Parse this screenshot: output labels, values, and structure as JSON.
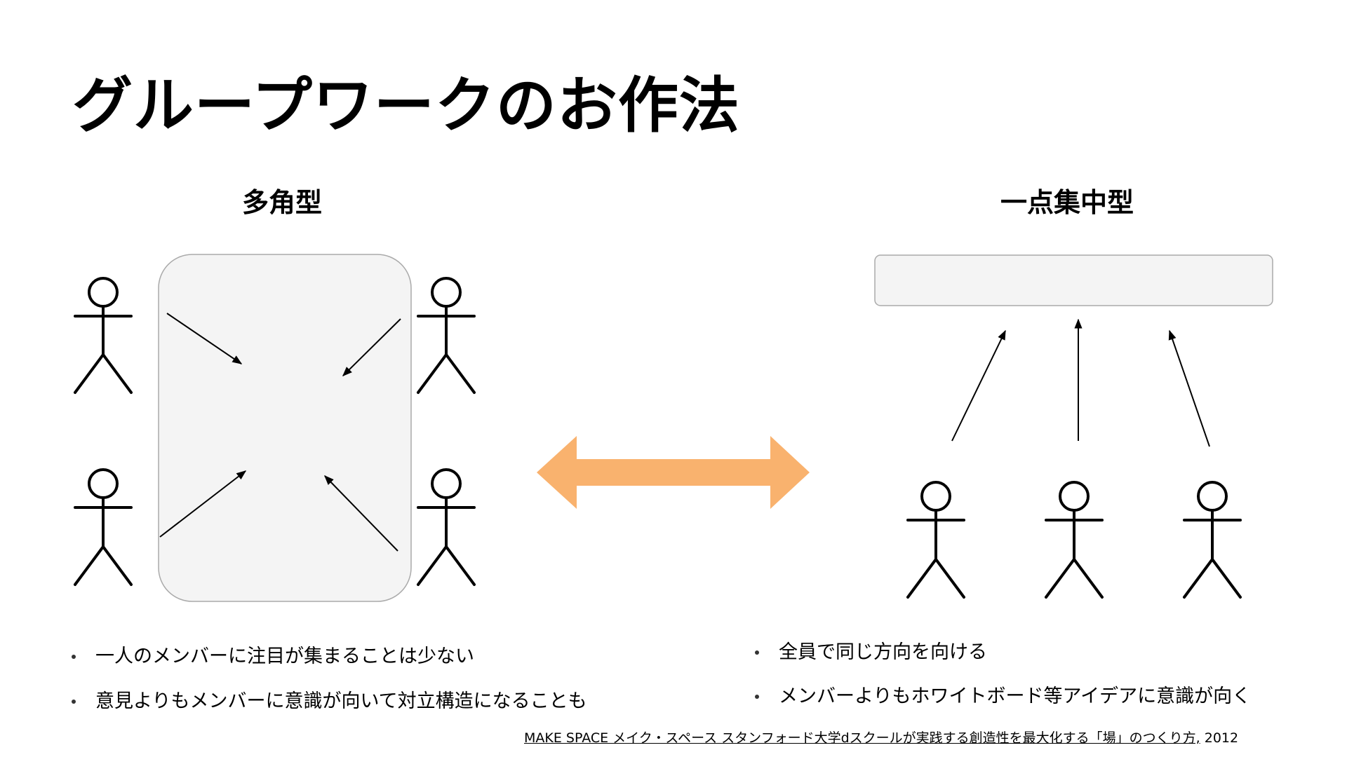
{
  "title": "グループワークのお作法",
  "left": {
    "heading": "多角型",
    "bullets": [
      "一人のメンバーに注目が集まることは少ない",
      "意見よりもメンバーに意識が向いて対立構造になることも"
    ]
  },
  "right": {
    "heading": "一点集中型",
    "bullets": [
      "全員で同じ方向を向ける",
      "メンバーよりもホワイトボード等アイデアに意識が向く"
    ]
  },
  "citation": {
    "reference": "MAKE SPACE メイク・スペース スタンフォード大学dスクールが実践する創造性を最大化する「場」のつくり方,",
    "year": " 2012"
  },
  "colors": {
    "double_arrow": "#F9B26E",
    "panel_fill": "#F4F4F4",
    "panel_stroke": "#AAAAAA",
    "stroke": "#000000"
  }
}
